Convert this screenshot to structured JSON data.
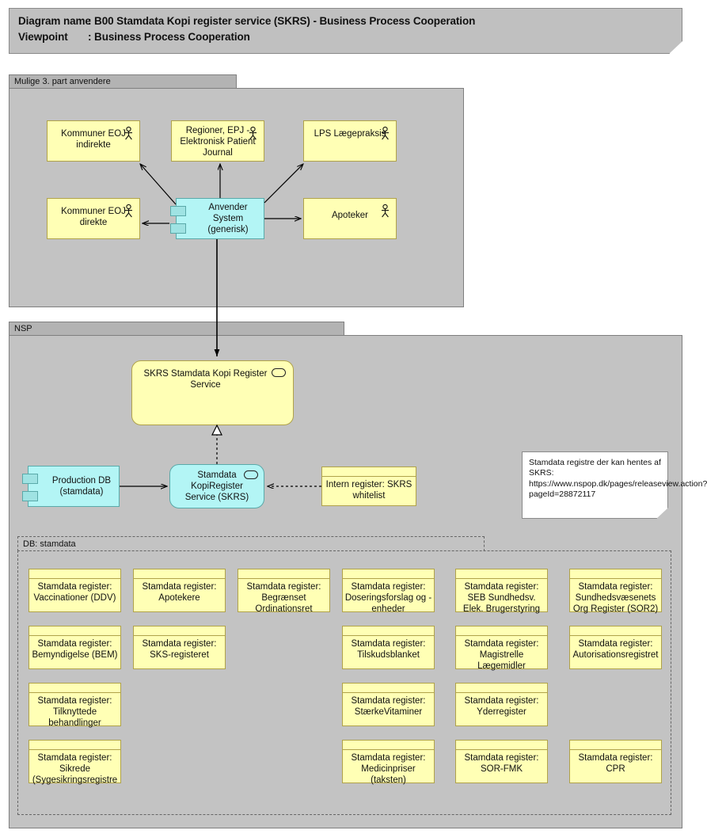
{
  "header": {
    "diagram_name_key": "Diagram name",
    "diagram_name_sep": ": B00 Stamdata Kopi register service (SKRS) - Business Process Cooperation",
    "viewpoint_key": "Viewpoint",
    "viewpoint_sep": ": Business Process Cooperation"
  },
  "groups": {
    "third_party": {
      "label": "Mulige 3. part anvendere"
    },
    "nsp": {
      "label": "NSP"
    },
    "db_stamdata": {
      "label": "DB: stamdata"
    }
  },
  "actors": [
    {
      "name": "kommuner-eoj-indirekte",
      "label": "Kommuner EOJ indirekte",
      "icon": "actor-icon"
    },
    {
      "name": "regioner-epj",
      "label": "Regioner, EPJ - Elektronisk Patient Journal",
      "icon": "actor-icon"
    },
    {
      "name": "lps-laegepraksis",
      "label": "LPS Lægepraksis",
      "icon": "actor-icon"
    },
    {
      "name": "kommuner-eoj-direkte",
      "label": "Kommuner EOJ direkte",
      "icon": "actor-icon"
    },
    {
      "name": "apoteker",
      "label": "Apoteker",
      "icon": "actor-icon"
    }
  ],
  "components": [
    {
      "name": "anvender-system",
      "label": "Anvender System (generisk)"
    },
    {
      "name": "production-db",
      "label": "Production DB (stamdata)"
    }
  ],
  "services": [
    {
      "name": "skrs-kopi-register-service",
      "label": "SKRS Stamdata Kopi Register Service",
      "icon": "service-oval-icon"
    },
    {
      "name": "stamdata-kopiregister-service",
      "label": "Stamdata KopiRegister Service (SKRS)",
      "icon": "service-oval-icon"
    }
  ],
  "data_objects": [
    {
      "name": "intern-register-skrs-whitelist",
      "label": "Intern register: SKRS whitelist"
    }
  ],
  "note": {
    "text": "Stamdata registre der kan hentes af SKRS: https://www.nspop.dk/pages/releaseview.action?pageId=28872117"
  },
  "registers": [
    {
      "label": "Stamdata register: Vaccinationer (DDV)",
      "col": 0,
      "row": 0
    },
    {
      "label": "Stamdata register: Apotekere",
      "col": 1,
      "row": 0
    },
    {
      "label": "Stamdata register: Begrænset Ordinationsret",
      "col": 2,
      "row": 0
    },
    {
      "label": "Stamdata register: Doseringsforslag og -enheder",
      "col": 3,
      "row": 0
    },
    {
      "label": "Stamdata register: SEB Sundhedsv. Elek. Brugerstyring",
      "col": 4,
      "row": 0
    },
    {
      "label": "Stamdata register: Sundhedsvæsenets Org Register (SOR2)",
      "col": 5,
      "row": 0
    },
    {
      "label": "Stamdata register: Bemyndigelse (BEM)",
      "col": 0,
      "row": 1
    },
    {
      "label": "Stamdata register: SKS-registeret",
      "col": 1,
      "row": 1
    },
    {
      "label": "Stamdata register: Tilskudsblanket",
      "col": 3,
      "row": 1
    },
    {
      "label": "Stamdata register: Magistrelle Lægemidler",
      "col": 4,
      "row": 1
    },
    {
      "label": "Stamdata register: Autorisationsregistret",
      "col": 5,
      "row": 1
    },
    {
      "label": "Stamdata register: Tilknyttede behandlinger",
      "col": 0,
      "row": 2
    },
    {
      "label": "Stamdata register: StærkeVitaminer",
      "col": 3,
      "row": 2
    },
    {
      "label": "Stamdata register: Yderregister",
      "col": 4,
      "row": 2
    },
    {
      "label": "Stamdata register: Sikrede (Sygesikringsregistre",
      "col": 0,
      "row": 3
    },
    {
      "label": "Stamdata register: Medicinpriser (taksten)",
      "col": 3,
      "row": 3
    },
    {
      "label": "Stamdata register: SOR-FMK",
      "col": 4,
      "row": 3
    },
    {
      "label": "Stamdata register: CPR",
      "col": 5,
      "row": 3
    }
  ],
  "colors": {
    "passive_yellow": "#ffffb5",
    "application_cyan": "#b3f5f5",
    "group_grey": "#c3c3c3",
    "tab_grey": "#b3b3b3",
    "banner_grey": "#c0c0c0"
  }
}
